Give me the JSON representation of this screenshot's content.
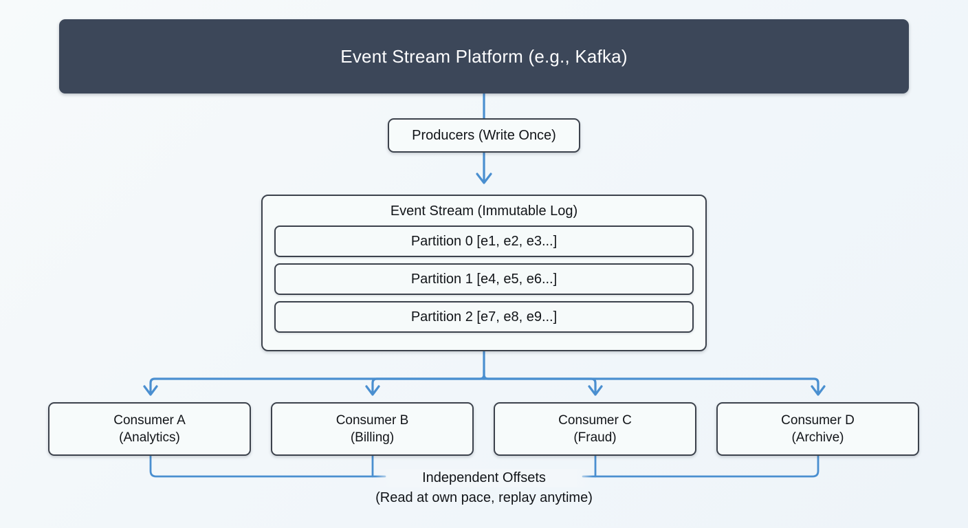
{
  "diagram": {
    "title": "Event Stream Platform (e.g., Kafka)",
    "platform_bar": {
      "label": "Event Stream Platform (e.g., Kafka)",
      "color": "#3c4759",
      "text_color": "#fdfdfe"
    },
    "producers": {
      "label": "Producers (Write Once)"
    },
    "stream": {
      "title": "Event Stream (Immutable Log)",
      "partitions": [
        {
          "label": "Partition 0 [e1, e2, e3...]"
        },
        {
          "label": "Partition 1 [e4, e5, e6...]"
        },
        {
          "label": "Partition 2 [e7, e8, e9...]"
        }
      ]
    },
    "consumers": [
      {
        "name": "Consumer A",
        "role": "(Analytics)"
      },
      {
        "name": "Consumer B",
        "role": "(Billing)"
      },
      {
        "name": "Consumer C",
        "role": "(Fraud)"
      },
      {
        "name": "Consumer D",
        "role": "(Archive)"
      }
    ],
    "offsets": {
      "primary": "Independent Offsets",
      "secondary": "(Read at own pace, replay anytime)"
    },
    "colors": {
      "background": "#f3f7fa",
      "connector": "#4a8fd0",
      "node_border": "#3c424c",
      "node_fill": "#f7fbfb",
      "header_fill": "#3c4759"
    }
  }
}
